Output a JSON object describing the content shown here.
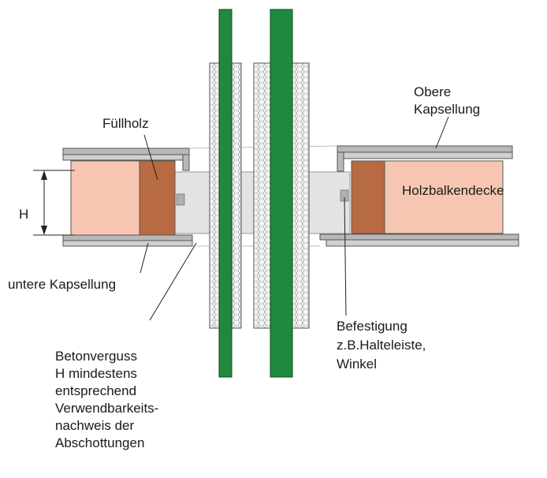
{
  "labels": {
    "fuellholz": "Füllholz",
    "obere_line1": "Obere",
    "obere_line2": "Kapsellung",
    "holzbalkendecke": "Holzbalkendecke",
    "h": "H",
    "untere": "untere Kapsellung",
    "befestigung_line1": "Befestigung",
    "befestigung_line2": "z.B.Halteleiste,",
    "befestigung_line3": "Winkel",
    "beton_line1": "Betonverguss",
    "beton_line2": "H mindestens",
    "beton_line3": "entsprechend",
    "beton_line4": "Verwendbarkeits-",
    "beton_line5": "nachweis der",
    "beton_line6": "Abschottungen"
  },
  "colors": {
    "pipe_green": "#1f8a3e",
    "pipe_outline": "#0d4a20",
    "insulation_fill": "#f2f2f2",
    "concrete": "#e3e3e3",
    "ceiling_fill": "#f6c6b2",
    "filler_wood": "#b86a43",
    "casing": "#8a8a8a",
    "line": "#222222"
  }
}
